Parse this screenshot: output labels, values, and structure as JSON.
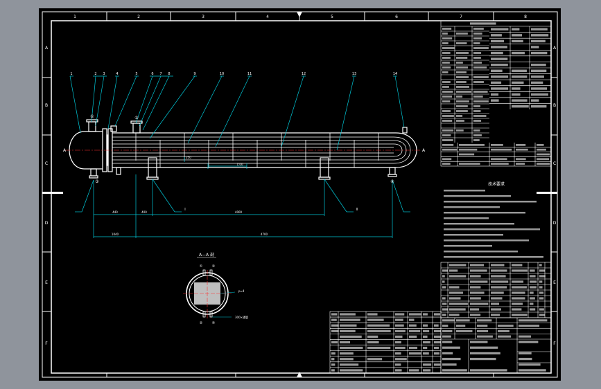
{
  "colors": {
    "frame": "#ffffff",
    "leader": "#00c8d8",
    "centerline": "#ff3030",
    "background": "#000000",
    "outside": "#8f949c"
  },
  "frame": {
    "row_labels": [
      "A",
      "B",
      "C",
      "D",
      "E",
      "F"
    ],
    "col_labels": [
      "1",
      "2",
      "3",
      "4",
      "5",
      "6",
      "7",
      "8"
    ]
  },
  "elevation": {
    "part_numbers": [
      "1",
      "2",
      "3",
      "4",
      "5",
      "6",
      "7",
      "8",
      "9",
      "10",
      "11",
      "12",
      "13",
      "14"
    ],
    "section_marks": [
      "A",
      "A"
    ],
    "nozzle_marks": [
      "①",
      "②",
      "③",
      "④"
    ],
    "dimensions": {
      "left_offset": "440",
      "middle_gap": "400",
      "support_span": "4000",
      "left_overall": "1040",
      "overall_length": "4700",
      "small_a": "250",
      "small_b": "1:00"
    },
    "support_labels": [
      "I",
      "II"
    ]
  },
  "section_view": {
    "title": "A—A 剖",
    "labels": [
      "①",
      "③",
      "②",
      "④"
    ],
    "side_note": "p=4",
    "bottom_note": "300×通管"
  },
  "notes": {
    "title": "技术要求"
  }
}
